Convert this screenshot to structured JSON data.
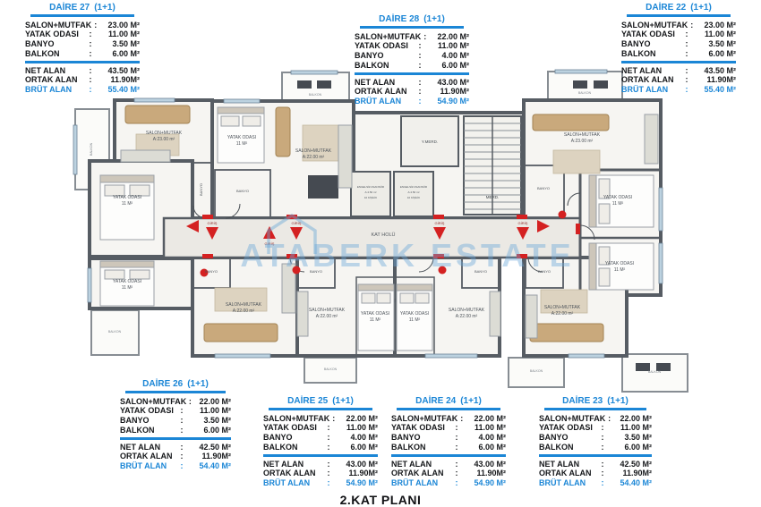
{
  "page": {
    "caption": "2.KAT PLANI"
  },
  "colors": {
    "accent_blue": "#1b86d6",
    "text_dark": "#15171a",
    "wall_gray": "#565c63",
    "door_red": "#d42121",
    "watermark_blue": "#6aa8d8"
  },
  "units": [
    {
      "name": "DAİRE 27",
      "type": "(1+1)",
      "rooms": [
        {
          "label": "SALON+MUTFAK",
          "value": "23.00 M²"
        },
        {
          "label": "YATAK ODASI",
          "value": "11.00 M²"
        },
        {
          "label": "BANYO",
          "value": "3.50 M²"
        },
        {
          "label": "BALKON",
          "value": "6.00 M²"
        }
      ],
      "totals": [
        {
          "label": "NET ALAN",
          "value": "43.50 M²"
        },
        {
          "label": "ORTAK ALAN",
          "value": "11.90M²"
        },
        {
          "label": "BRÜT ALAN",
          "value": "55.40 M²"
        }
      ]
    },
    {
      "name": "DAİRE 28",
      "type": "(1+1)",
      "rooms": [
        {
          "label": "SALON+MUTFAK",
          "value": "22.00 M²"
        },
        {
          "label": "YATAK ODASI",
          "value": "11.00 M²"
        },
        {
          "label": "BANYO",
          "value": "4.00 M²"
        },
        {
          "label": "BALKON",
          "value": "6.00 M²"
        }
      ],
      "totals": [
        {
          "label": "NET ALAN",
          "value": "43.00 M²"
        },
        {
          "label": "ORTAK ALAN",
          "value": "11.90M²"
        },
        {
          "label": "BRÜT ALAN",
          "value": "54.90 M²"
        }
      ]
    },
    {
      "name": "DAİRE 22",
      "type": "(1+1)",
      "rooms": [
        {
          "label": "SALON+MUTFAK",
          "value": "23.00 M²"
        },
        {
          "label": "YATAK ODASI",
          "value": "11.00 M²"
        },
        {
          "label": "BANYO",
          "value": "3.50 M²"
        },
        {
          "label": "BALKON",
          "value": "6.00 M²"
        }
      ],
      "totals": [
        {
          "label": "NET ALAN",
          "value": "43.50 M²"
        },
        {
          "label": "ORTAK ALAN",
          "value": "11.90M²"
        },
        {
          "label": "BRÜT ALAN",
          "value": "55.40 M²"
        }
      ]
    },
    {
      "name": "DAİRE 26",
      "type": "(1+1)",
      "rooms": [
        {
          "label": "SALON+MUTFAK",
          "value": "22.00 M²"
        },
        {
          "label": "YATAK ODASI",
          "value": "11.00 M²"
        },
        {
          "label": "BANYO",
          "value": "3.50 M²"
        },
        {
          "label": "BALKON",
          "value": "6.00 M²"
        }
      ],
      "totals": [
        {
          "label": "NET ALAN",
          "value": "42.50 M²"
        },
        {
          "label": "ORTAK ALAN",
          "value": "11.90M²"
        },
        {
          "label": "BRÜT ALAN",
          "value": "54.40 M²"
        }
      ]
    },
    {
      "name": "DAİRE 25",
      "type": "(1+1)",
      "rooms": [
        {
          "label": "SALON+MUTFAK",
          "value": "22.00 M²"
        },
        {
          "label": "YATAK ODASI",
          "value": "11.00 M²"
        },
        {
          "label": "BANYO",
          "value": "4.00 M²"
        },
        {
          "label": "BALKON",
          "value": "6.00 M²"
        }
      ],
      "totals": [
        {
          "label": "NET ALAN",
          "value": "43.00 M²"
        },
        {
          "label": "ORTAK ALAN",
          "value": "11.90M²"
        },
        {
          "label": "BRÜT ALAN",
          "value": "54.90 M²"
        }
      ]
    },
    {
      "name": "DAİRE 24",
      "type": "(1+1)",
      "rooms": [
        {
          "label": "SALON+MUTFAK",
          "value": "22.00 M²"
        },
        {
          "label": "YATAK ODASI",
          "value": "11.00 M²"
        },
        {
          "label": "BANYO",
          "value": "4.00 M²"
        },
        {
          "label": "BALKON",
          "value": "6.00 M²"
        }
      ],
      "totals": [
        {
          "label": "NET ALAN",
          "value": "43.00 M²"
        },
        {
          "label": "ORTAK ALAN",
          "value": "11.90M²"
        },
        {
          "label": "BRÜT ALAN",
          "value": "54.90 M²"
        }
      ]
    },
    {
      "name": "DAİRE 23",
      "type": "(1+1)",
      "rooms": [
        {
          "label": "SALON+MUTFAK",
          "value": "22.00 M²"
        },
        {
          "label": "YATAK ODASI",
          "value": "11.00 M²"
        },
        {
          "label": "BANYO",
          "value": "3.50 M²"
        },
        {
          "label": "BALKON",
          "value": "6.00 M²"
        }
      ],
      "totals": [
        {
          "label": "NET ALAN",
          "value": "42.50 M²"
        },
        {
          "label": "ORTAK ALAN",
          "value": "11.90M²"
        },
        {
          "label": "BRÜT ALAN",
          "value": "54.40 M²"
        }
      ]
    }
  ],
  "plan": {
    "labels": {
      "salon": "SALON+MUTFAK",
      "bedroom": "YATAK ODASI",
      "bedroom_area": "11 M²",
      "bath": "BANYO",
      "balcony": "BALKON",
      "corridor": "KAT HOLÜ",
      "entrance": "GİRİŞ",
      "stairs": "MERD.",
      "fire_stairs": "Y.MERD.",
      "elev1": "ENGELSİZ ASANSÖR",
      "elev2": "A:4.50 m²",
      "elev3": "10 KİŞİLİK"
    },
    "salon_areas": {
      "d27": "A:23.00 m²",
      "d28": "A:22.00 m²",
      "d22": "A:23.00 m²",
      "d26": "A:22.00 m²",
      "d25": "A:22.00 m²",
      "d24": "A:22.00 m²",
      "d23": "A:22.00 m²"
    },
    "watermark": "ATABERK ESTATE"
  }
}
